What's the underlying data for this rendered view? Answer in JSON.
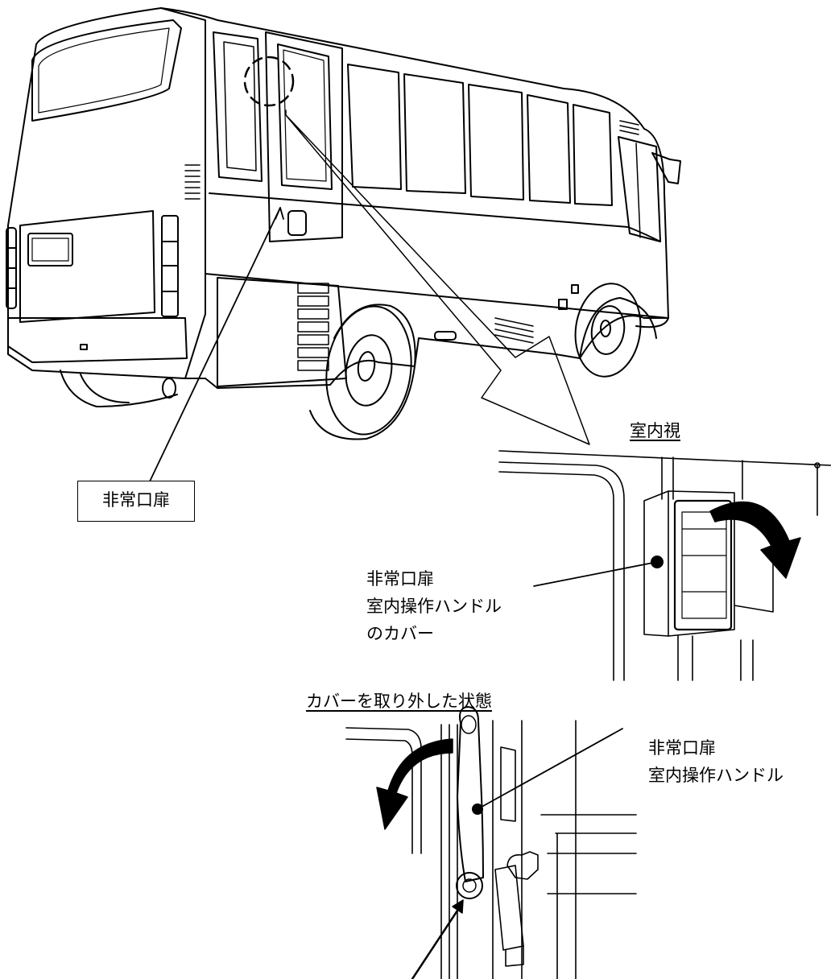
{
  "labels": {
    "emergency_door": "非常口扉",
    "interior_view_heading": "室内視",
    "cover_callout": {
      "line1": "非常口扉",
      "line2": "室内操作ハンドル",
      "line3": "のカバー"
    },
    "cover_removed_heading": "カバーを取り外した状態",
    "handle_callout": {
      "line1": "非常口扉",
      "line2": "室内操作ハンドル"
    }
  },
  "colors": {
    "ink": "#000000",
    "background": "#ffffff",
    "fill_gray": "#dddddd"
  }
}
